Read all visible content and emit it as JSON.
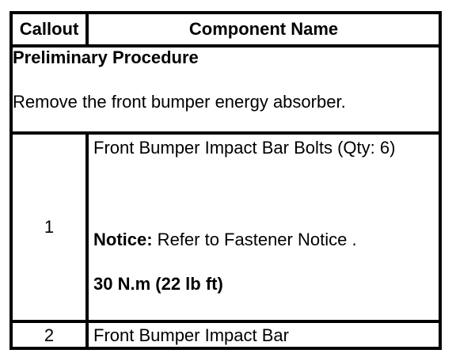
{
  "table": {
    "header": {
      "callout": "Callout",
      "component": "Component Name"
    },
    "preliminary": {
      "title": "Preliminary Procedure",
      "text": "Remove the front bumper energy absorber."
    },
    "rows": [
      {
        "callout": "1",
        "name": "Front Bumper Impact Bar Bolts (Qty: 6)",
        "notice_label": "Notice:",
        "notice_text": " Refer to Fastener Notice .",
        "torque": "30 N.m (22 lb ft)"
      },
      {
        "callout": "2",
        "name": "Front Bumper Impact Bar"
      }
    ]
  }
}
